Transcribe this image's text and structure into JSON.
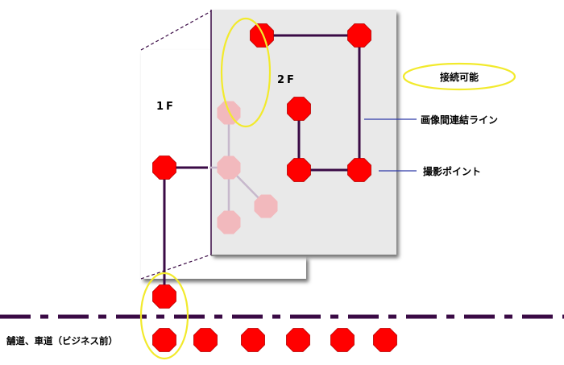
{
  "labels": {
    "floor1": "1F",
    "floor2": "2F",
    "connectable": "接続可能",
    "connection_line": "画像間連結ライン",
    "shooting_point": "撮影ポイント",
    "street": "舗道、車道（ビジネス前）"
  },
  "colors": {
    "point": "#ff0000",
    "point_faded": "#f2b9bd",
    "line": "#3a0a45",
    "highlight": "#f2ea2c",
    "leader": "#2e3aa8"
  }
}
